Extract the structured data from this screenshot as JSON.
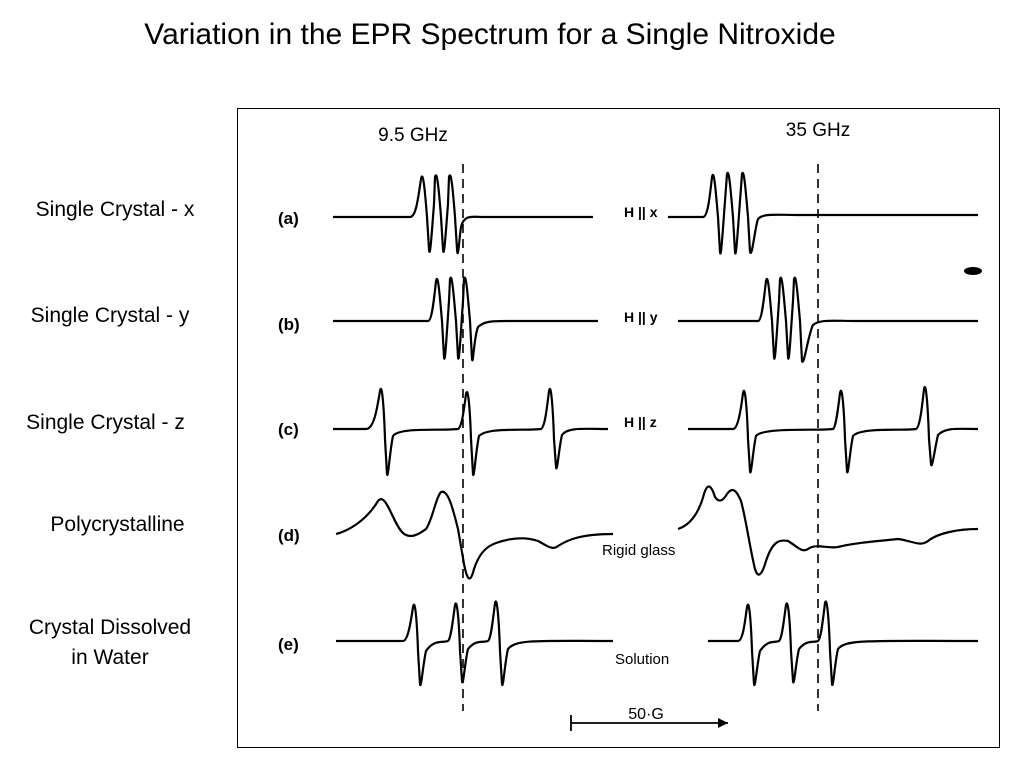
{
  "title": "Variation in the EPR Spectrum for a Single Nitroxide",
  "row_labels": [
    "Single Crystal - x",
    "Single Crystal - y",
    "Single Crystal - z",
    "Polycrystalline",
    "Crystal Dissolved\nin Water"
  ],
  "figure": {
    "freq_low": "9.5 GHz",
    "freq_high": "35 GHz",
    "panel_tags": [
      "(a)",
      "(b)",
      "(c)",
      "(d)",
      "(e)"
    ],
    "middle_labels": [
      "H || x",
      "H || y",
      "H || z",
      "Rigid glass",
      "Solution"
    ],
    "scale_bar": "50·G"
  }
}
